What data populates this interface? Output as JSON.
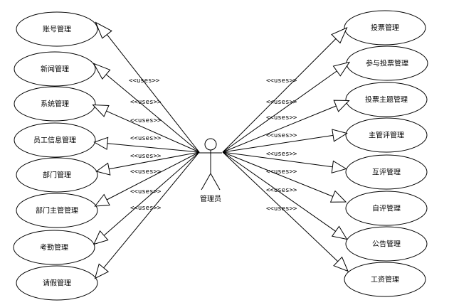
{
  "actor": {
    "label": "管理员"
  },
  "relation_label": "<<uses>>",
  "left_use_cases": [
    {
      "label": "账号管理"
    },
    {
      "label": "新闻管理"
    },
    {
      "label": "系统管理"
    },
    {
      "label": "员工信息管理"
    },
    {
      "label": "部门管理"
    },
    {
      "label": "部门主管管理"
    },
    {
      "label": "考勤管理"
    },
    {
      "label": "请假管理"
    }
  ],
  "right_use_cases": [
    {
      "label": "投票管理"
    },
    {
      "label": "参与投票管理"
    },
    {
      "label": "投票主题管理"
    },
    {
      "label": "主管评管理"
    },
    {
      "label": "互评管理"
    },
    {
      "label": "自评管理"
    },
    {
      "label": "公告管理"
    },
    {
      "label": "工资管理"
    }
  ],
  "colors": {
    "stroke": "#000000",
    "fill": "#ffffff"
  }
}
